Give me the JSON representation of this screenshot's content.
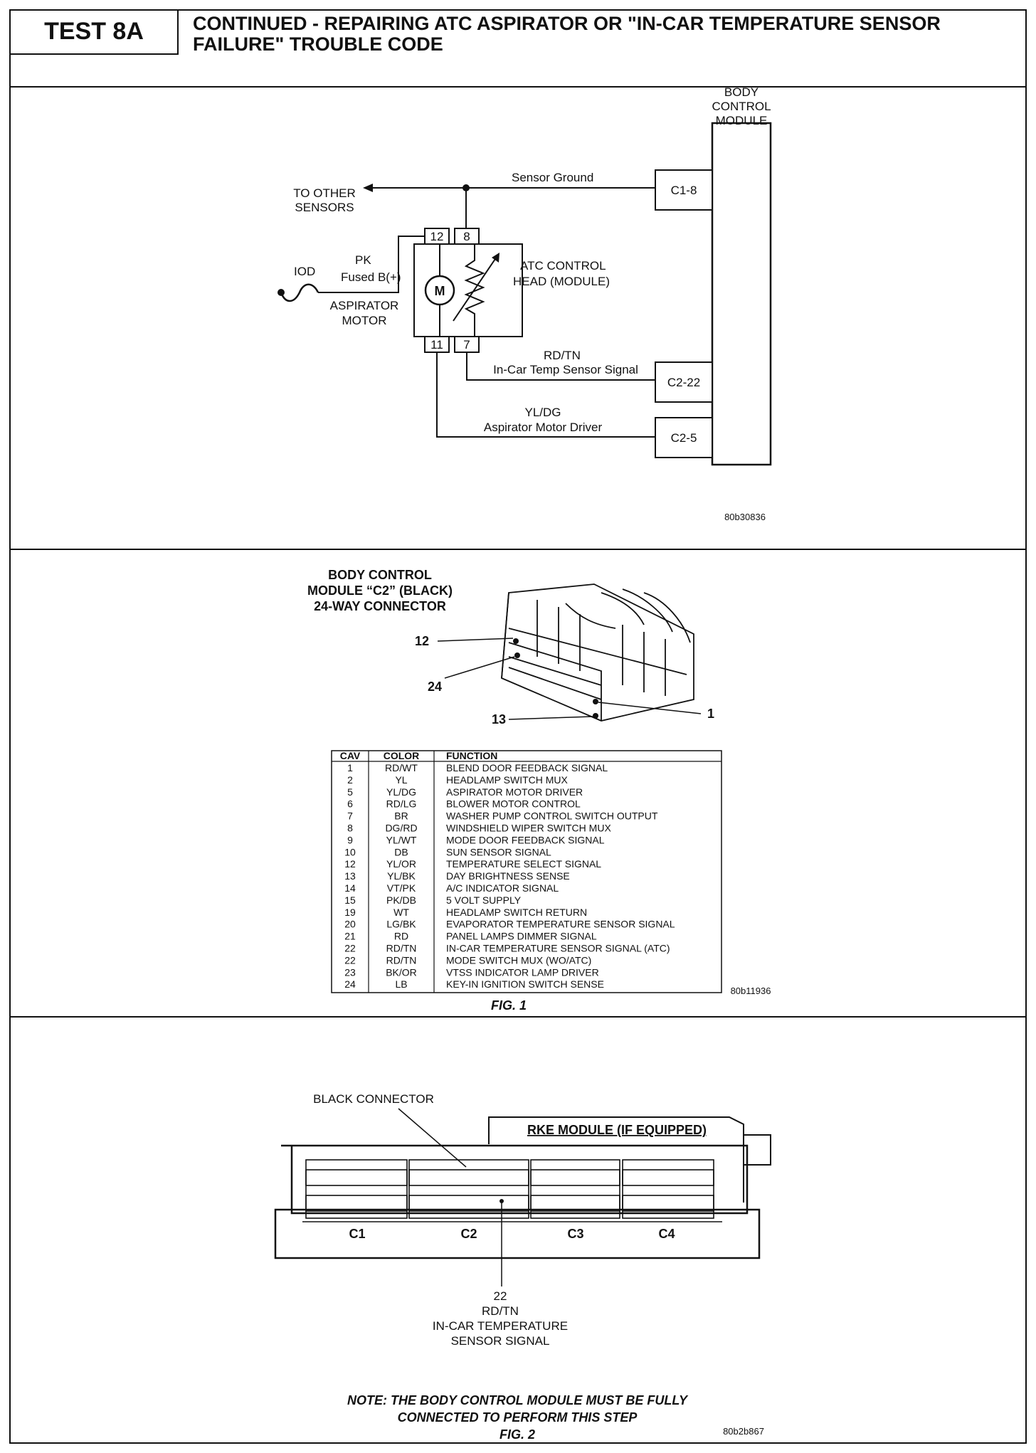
{
  "header": {
    "test_label": "TEST 8A",
    "title": "CONTINUED - REPAIRING ATC ASPIRATOR OR \"IN-CAR TEMPERATURE SENSOR FAILURE\" TROUBLE CODE"
  },
  "wiring_diagram": {
    "bcm_label_lines": [
      "BODY",
      "CONTROL",
      "MODULE"
    ],
    "to_other_sensors": [
      "TO OTHER",
      "SENSORS"
    ],
    "sensor_ground": "Sensor Ground",
    "pin_c1_8": "C1-8",
    "pin_c2_22": "C2-22",
    "pin_c2_5": "C2-5",
    "term_12": "12",
    "term_8": "8",
    "term_11": "11",
    "term_7": "7",
    "atc_head": [
      "ATC CONTROL",
      "HEAD (MODULE)"
    ],
    "iod": "IOD",
    "pk": "PK",
    "fused_b": "Fused B(+)",
    "aspirator_motor": [
      "ASPIRATOR",
      "MOTOR"
    ],
    "motor_symbol": "M",
    "rd_tn": "RD/TN",
    "in_car_signal": "In-Car Temp Sensor Signal",
    "yl_dg": "YL/DG",
    "aspirator_driver": "Aspirator Motor Driver",
    "ref": "80b30836"
  },
  "connector_figure": {
    "title_lines": [
      "BODY CONTROL",
      "MODULE “C2” (BLACK)",
      "24-WAY CONNECTOR"
    ],
    "pin_labels": {
      "p12": "12",
      "p24": "24",
      "p13": "13",
      "p1": "1"
    },
    "table": {
      "headers": [
        "CAV",
        "COLOR",
        "FUNCTION"
      ],
      "rows": [
        [
          "1",
          "RD/WT",
          "BLEND DOOR FEEDBACK SIGNAL"
        ],
        [
          "2",
          "YL",
          "HEADLAMP SWITCH MUX"
        ],
        [
          "5",
          "YL/DG",
          "ASPIRATOR MOTOR DRIVER"
        ],
        [
          "6",
          "RD/LG",
          "BLOWER MOTOR CONTROL"
        ],
        [
          "7",
          "BR",
          "WASHER PUMP CONTROL SWITCH OUTPUT"
        ],
        [
          "8",
          "DG/RD",
          "WINDSHIELD WIPER SWITCH MUX"
        ],
        [
          "9",
          "YL/WT",
          "MODE DOOR FEEDBACK SIGNAL"
        ],
        [
          "10",
          "DB",
          "SUN SENSOR SIGNAL"
        ],
        [
          "12",
          "YL/OR",
          "TEMPERATURE SELECT SIGNAL"
        ],
        [
          "13",
          "YL/BK",
          "DAY BRIGHTNESS SENSE"
        ],
        [
          "14",
          "VT/PK",
          "A/C INDICATOR SIGNAL"
        ],
        [
          "15",
          "PK/DB",
          "5 VOLT SUPPLY"
        ],
        [
          "19",
          "WT",
          "HEADLAMP SWITCH RETURN"
        ],
        [
          "20",
          "LG/BK",
          "EVAPORATOR TEMPERATURE SENSOR SIGNAL"
        ],
        [
          "21",
          "RD",
          "PANEL LAMPS DIMMER SIGNAL"
        ],
        [
          "22",
          "RD/TN",
          "IN-CAR TEMPERATURE SENSOR SIGNAL (ATC)"
        ],
        [
          "22",
          "RD/TN",
          "MODE SWITCH MUX (WO/ATC)"
        ],
        [
          "23",
          "BK/OR",
          "VTSS INDICATOR LAMP DRIVER"
        ],
        [
          "24",
          "LB",
          "KEY-IN IGNITION SWITCH SENSE"
        ]
      ]
    },
    "ref": "80b11936",
    "caption": "FIG. 1"
  },
  "module_figure": {
    "black_connector": "BLACK CONNECTOR",
    "rke_module": "RKE MODULE (IF EQUIPPED)",
    "connectors": [
      "C1",
      "C2",
      "C3",
      "C4"
    ],
    "callout_lines": [
      "22",
      "RD/TN",
      "IN-CAR TEMPERATURE",
      "SENSOR SIGNAL"
    ],
    "note_lines": [
      "NOTE: THE BODY CONTROL MODULE MUST BE FULLY",
      "CONNECTED TO PERFORM THIS STEP"
    ],
    "caption": "FIG. 2",
    "ref": "80b2b867"
  }
}
